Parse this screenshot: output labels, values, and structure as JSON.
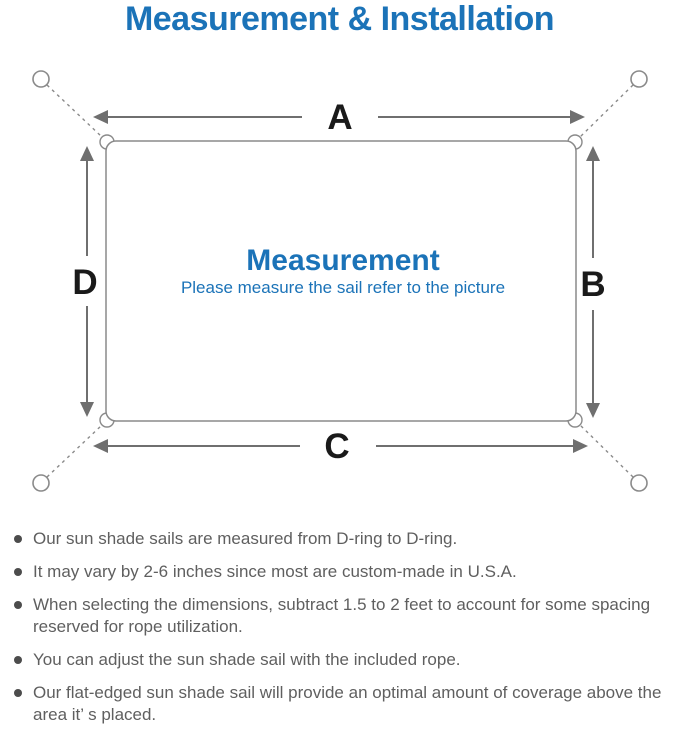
{
  "title": "Measurement & Installation",
  "diagram": {
    "edge_labels": {
      "top": "A",
      "right": "B",
      "bottom": "C",
      "left": "D"
    },
    "center_title": "Measurement",
    "center_subtitle": "Please measure the sail refer to the picture"
  },
  "notes": {
    "items": [
      "Our sun shade sails are measured from D-ring to D-ring.",
      "It may vary by 2-6 inches since most are custom-made in U.S.A.",
      "When selecting the dimensions, subtract 1.5 to 2 feet to account for some spacing reserved for rope utilization.",
      "You can adjust the sun shade sail with the included rope.",
      "Our flat-edged sun shade sail will provide an optimal amount of coverage above the area it’ s placed."
    ]
  },
  "colors": {
    "accent_blue": "#1b73b8",
    "line_gray": "#8a8a8a",
    "arrow_gray": "#6f6f6f",
    "label_black": "#1a1a1a",
    "text_gray": "#5f5f5f",
    "bullet_gray": "#4c4c4c"
  }
}
